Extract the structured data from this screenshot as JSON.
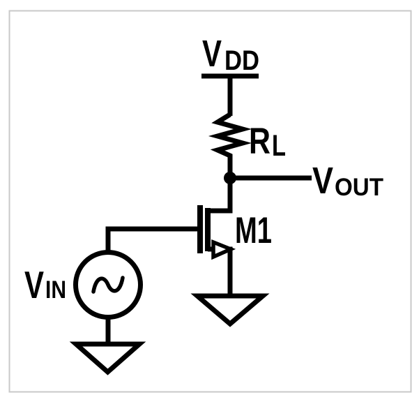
{
  "window": {
    "background_color": "#ffffff",
    "frame_border_color": "#c9c9c9",
    "ink_color": "#000000",
    "description": "Schematic of an NMOS common-source amplifier stage"
  },
  "schematic": {
    "labels": {
      "vdd": {
        "main": "V",
        "sub": "DD"
      },
      "rl": {
        "main": "R",
        "sub": "L"
      },
      "vout": {
        "main": "V",
        "sub": "OUT"
      },
      "m1": {
        "main": "M1"
      },
      "vin": {
        "main": "V",
        "sub": "IN"
      }
    },
    "components": [
      {
        "name": "vdd-supply-rail",
        "kind": "power-rail"
      },
      {
        "name": "load-resistor",
        "kind": "resistor",
        "label": "RL"
      },
      {
        "name": "output-node",
        "kind": "node-junction",
        "label": "VOUT"
      },
      {
        "name": "nmos-transistor",
        "kind": "nmos-fet",
        "label": "M1"
      },
      {
        "name": "ac-input-source",
        "kind": "ac-voltage-source",
        "label": "VIN"
      },
      {
        "name": "ground-at-source",
        "kind": "ground"
      },
      {
        "name": "ground-at-input",
        "kind": "ground"
      }
    ]
  }
}
